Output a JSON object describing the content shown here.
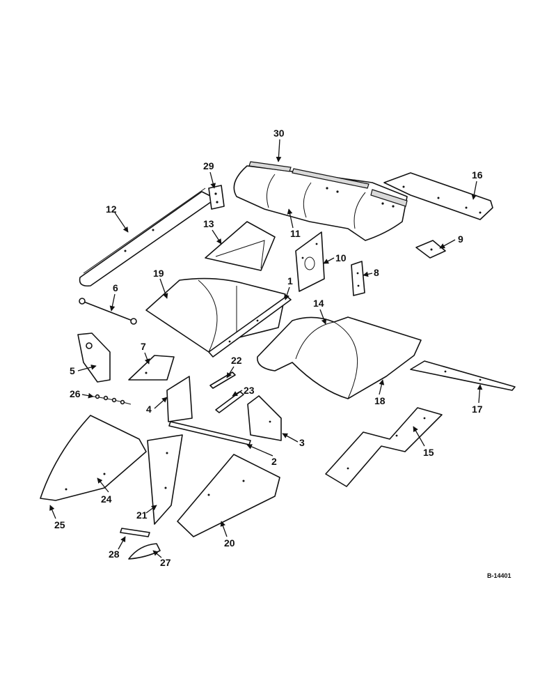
{
  "callouts": [
    "30",
    "29",
    "16",
    "12",
    "11",
    "13",
    "9",
    "10",
    "8",
    "19",
    "6",
    "1",
    "14",
    "7",
    "5",
    "22",
    "23",
    "26",
    "18",
    "17",
    "4",
    "3",
    "15",
    "2",
    "24",
    "21",
    "25",
    "20",
    "28",
    "27"
  ],
  "figure_ref": "B-14401"
}
